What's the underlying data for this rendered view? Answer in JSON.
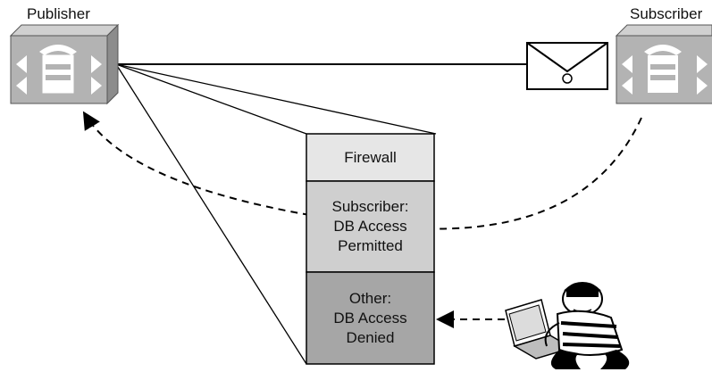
{
  "nodes": {
    "publisher_label": "Publisher",
    "subscriber_label": "Subscriber"
  },
  "firewall": {
    "header": "Firewall",
    "rule_permitted": "Subscriber:\nDB Access\nPermitted",
    "rule_denied": "Other:\nDB Access\nDenied"
  },
  "colors": {
    "router_face": "#b3b3b3",
    "router_side": "#8c8c8c",
    "firewall_header": "#e6e6e6",
    "firewall_permitted": "#cfcfcf",
    "firewall_denied": "#a6a6a6",
    "line": "#000000"
  },
  "icons": [
    "call-manager-icon",
    "envelope-icon",
    "laptop-icon",
    "burglar-icon"
  ]
}
